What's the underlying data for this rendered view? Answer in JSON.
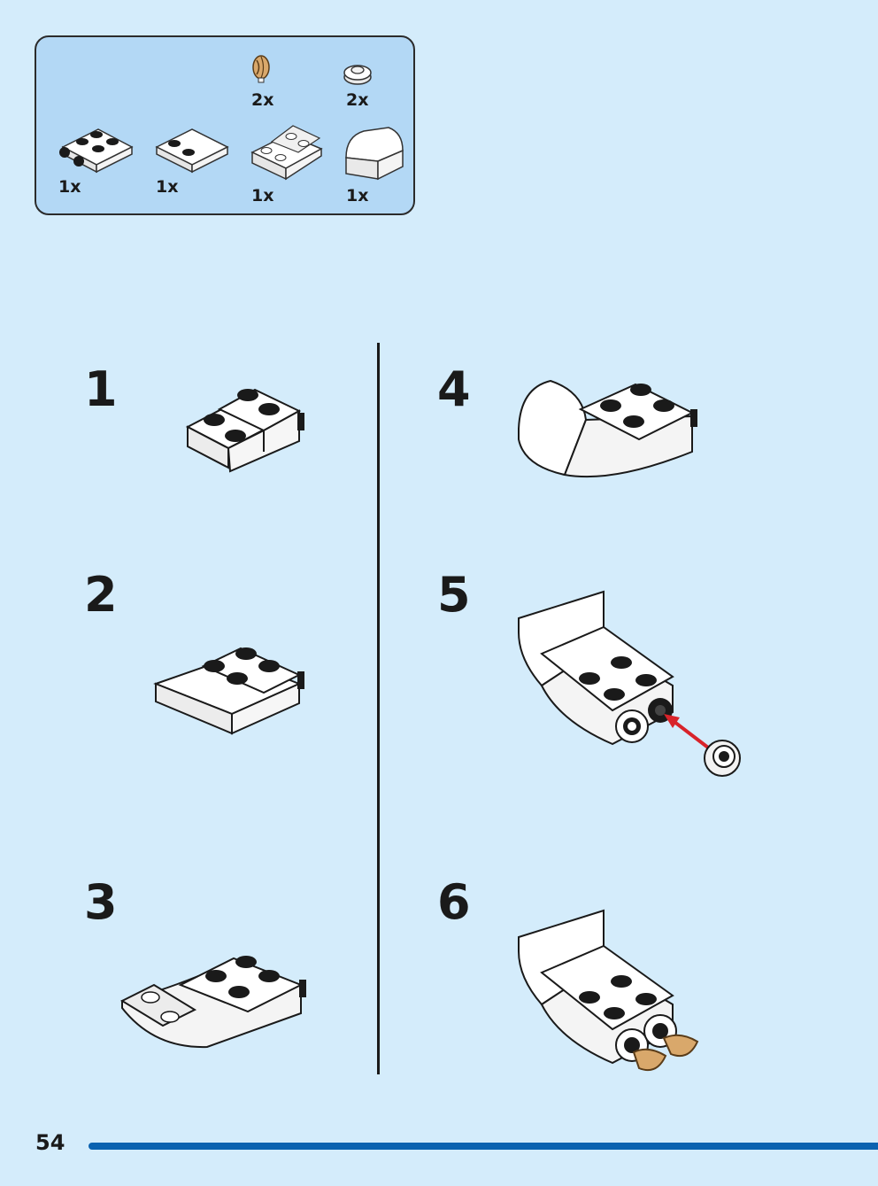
{
  "parts_list": {
    "items": [
      {
        "name": "tan-shell-piece",
        "qty": "2x"
      },
      {
        "name": "round-tile-1x1",
        "qty": "2x"
      },
      {
        "name": "plate-with-wheel-holders",
        "qty": "1x"
      },
      {
        "name": "plate-2x2-with-2-studs",
        "qty": "1x"
      },
      {
        "name": "inverted-slope-plate",
        "qty": "1x"
      },
      {
        "name": "curved-slope-brick",
        "qty": "1x"
      }
    ]
  },
  "steps": [
    {
      "number": "1"
    },
    {
      "number": "2"
    },
    {
      "number": "3"
    },
    {
      "number": "4"
    },
    {
      "number": "5"
    },
    {
      "number": "6"
    }
  ],
  "footer": {
    "page_number": "54"
  },
  "colors": {
    "background": "#d4ecfb",
    "parts_box": "#b3d8f5",
    "footer_bar": "#0a62b0",
    "arrow": "#d8232a",
    "tan": "#d9a86b"
  }
}
